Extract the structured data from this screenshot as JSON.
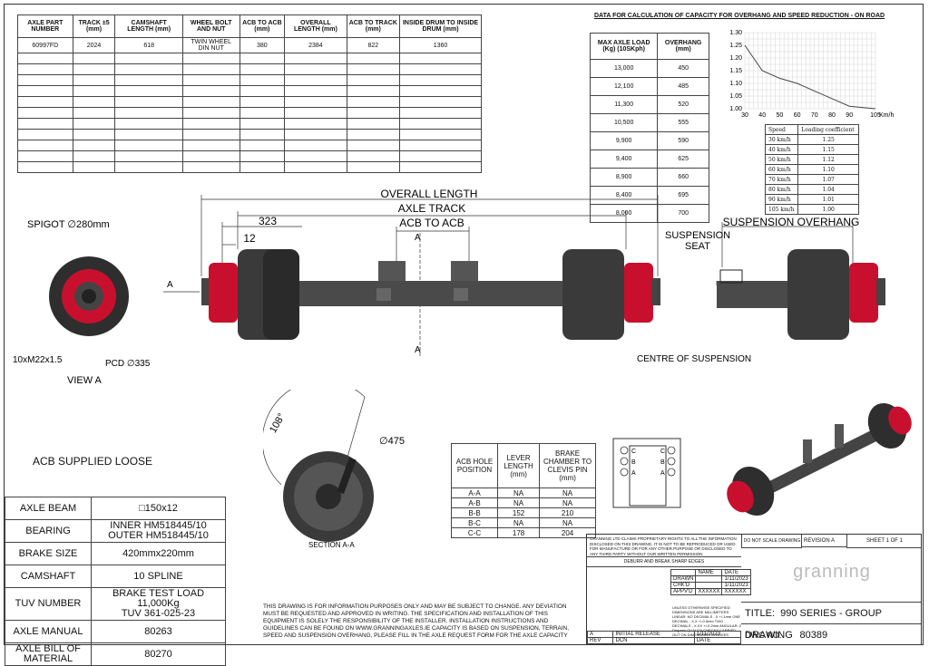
{
  "spec_table": {
    "headers": [
      "AXLE PART NUMBER",
      "TRACK ±5 (mm)",
      "CAMSHAFT LENGTH (mm)",
      "WHEEL BOLT AND NUT",
      "ACB TO ACB (mm)",
      "OVERALL LENGTH (mm)",
      "ACB TO TRACK (mm)",
      "INSIDE DRUM TO INSIDE DRUM (mm)"
    ],
    "row": [
      "60997FD",
      "2024",
      "618",
      "TWIN WHEEL DIN NUT",
      "380",
      "2384",
      "822",
      "1360"
    ]
  },
  "capacity": {
    "title": "DATA FOR CALCULATION OF CAPACITY FOR OVERHANG AND SPEED REDUCTION - ON ROAD",
    "headers": [
      "MAX AXLE LOAD (Kg) (10SKph)",
      "OVERHANG (mm)"
    ],
    "rows": [
      [
        "13,000",
        "450"
      ],
      [
        "12,100",
        "485"
      ],
      [
        "11,300",
        "520"
      ],
      [
        "10,500",
        "555"
      ],
      [
        "9,900",
        "590"
      ],
      [
        "9,400",
        "625"
      ],
      [
        "8,900",
        "660"
      ],
      [
        "8,400",
        "695"
      ],
      [
        "8,000",
        "700"
      ]
    ]
  },
  "speed_chart": {
    "chart_data": {
      "type": "line",
      "x": [
        30,
        40,
        50,
        60,
        70,
        80,
        90,
        105
      ],
      "y": [
        1.25,
        1.15,
        1.12,
        1.1,
        1.07,
        1.04,
        1.01,
        1.0
      ],
      "xticks": [
        "30",
        "40",
        "50",
        "60",
        "70",
        "80",
        "90",
        "105"
      ],
      "yticks": [
        "1.30",
        "1.25",
        "1.20",
        "1.15",
        "1.10",
        "1.05",
        "1.00"
      ],
      "xunit": "Km/h",
      "xlim": [
        30,
        105
      ],
      "ylim": [
        1.0,
        1.3
      ],
      "grid": true
    }
  },
  "loading_table": {
    "headers": [
      "Speed",
      "Loading coefficient"
    ],
    "rows": [
      [
        "30 km/h",
        "1.25"
      ],
      [
        "40 km/h",
        "1.15"
      ],
      [
        "50 km/h",
        "1.12"
      ],
      [
        "60 km/h",
        "1.10"
      ],
      [
        "70 km/h",
        "1.07"
      ],
      [
        "80 km/h",
        "1.04"
      ],
      [
        "90 km/h",
        "1.01"
      ],
      [
        "105 km/h",
        "1.00"
      ]
    ]
  },
  "drawing_labels": {
    "overall_length": "OVERALL LENGTH",
    "axle_track": "AXLE TRACK",
    "acb_to_acb": "ACB TO ACB",
    "suspension_overhang": "SUSPENSION OVERHANG",
    "suspension_seat": "SUSPENSION SEAT",
    "centre_of_suspension": "CENTRE OF SUSPENSION",
    "dim_323": "323",
    "dim_12": "12",
    "spigot": "SPIGOT ∅280mm",
    "bolts": "10xM22x1.5",
    "pcd": "PCD ∅335",
    "view_a": "VIEW A",
    "section_a": "SECTION A-A",
    "angle": "108°",
    "diameter": "∅475",
    "marker_a": "A"
  },
  "acb_supplied": "ACB SUPPLIED LOOSE",
  "hole_table": {
    "headers": [
      "ACB HOLE POSITION",
      "LEVER LENGTH (mm)",
      "BRAKE CHAMBER TO CLEVIS PIN (mm)"
    ],
    "rows": [
      [
        "A-A",
        "NA",
        "NA"
      ],
      [
        "A-B",
        "NA",
        "NA"
      ],
      [
        "B-B",
        "152",
        "210"
      ],
      [
        "B-C",
        "NA",
        "NA"
      ],
      [
        "C-C",
        "178",
        "204"
      ]
    ]
  },
  "bom": [
    [
      "AXLE BEAM",
      "□150x12"
    ],
    [
      "BEARING",
      "INNER HM518445/10\nOUTER HM518445/10"
    ],
    [
      "BRAKE SIZE",
      "420mmx220mm"
    ],
    [
      "CAMSHAFT",
      "10 SPLINE"
    ],
    [
      "TUV NUMBER",
      "BRAKE TEST LOAD 11,000Kg\nTUV 361-025-23"
    ],
    [
      "AXLE MANUAL",
      "80263"
    ],
    [
      "AXLE BILL OF MATERIAL",
      "80270"
    ]
  ],
  "disclaimer": "THIS DRAWING IS FOR INFORMATION PURPOSES ONLY AND MAY BE SUBJECT TO CHANGE. ANY DEVIATION MUST BE REQUESTED AND APPROVED IN WRITING. THE SPECIFICATION AND INSTALLATION OF THIS EQUIPMENT IS SOLELY THE RESPONSIBILITY OF THE INSTALLER. INSTALLATION INSTRUCTIONS AND GUIDELINES CAN BE FOUND ON WWW.GRANNINGAXLES.IE CAPACITY IS BASED ON SUSPENSION, TERRAIN, SPEED AND SUSPENSION OVERHANG, PLEASE FILL IN THE AXLE REQUEST FORM FOR THE AXLE CAPACITY",
  "title_block": {
    "copyright": "GRANNING LTD CLAIMS PROPRIETARY RIGHTS TO ALL THE INFORMATION DISCLOSED ON THIS DRAWING. IT IS NOT TO BE REPRODUCED OR USED FOR MANUFACTURE OR FOR ANY OTHER PURPOSE OR DISCLOSED TO ANY THIRD PARTY WITHOUT OUR WRITTEN PERMISSION",
    "deburr": "DEBURR AND BREAK SHARP EDGES",
    "no_scale": "DO NOT SCALE DRAWING",
    "revision_label": "REVISION",
    "revision": "A",
    "sheet": "SHEET 1 OF 1",
    "name_label": "NAME",
    "date_label": "DATE",
    "drawn": "DRAWN",
    "chkd": "CHK'D",
    "appvd": "APPV'D",
    "date1": "1/11/2023",
    "date2": "1/11/2023",
    "appvd_name": "XXXXXX",
    "appvd_date": "XXXXXX",
    "tolerances": "UNLESS OTHERWISE SPECIFIED: DIMENSIONS ARE MILLIMETERS LINEAR: NO DECIMALS - X +/-1mm ONE DECIMAL - X.X +/-0.5mm TWO DECIMALS - X.XX +/-0.2mm ANGULAR: 2 Degrees QUALITY CHECKS CARRIED OUT ON DIMENSIONS IN BOXES",
    "rev_row": [
      "A",
      "INITIAL RELEASE",
      "1/11/2023"
    ],
    "rev_headers": [
      "REV",
      "DCN",
      "DATE"
    ],
    "brand": "granning",
    "title_label": "TITLE:",
    "title": "990 SERIES - GROUP DRAWING",
    "dwg_label": "DWG NO.",
    "dwg_no": "80389"
  },
  "colors": {
    "hub_red": "#c8102e",
    "dark": "#2e2e2e",
    "mid": "#555555",
    "line": "#333333"
  }
}
